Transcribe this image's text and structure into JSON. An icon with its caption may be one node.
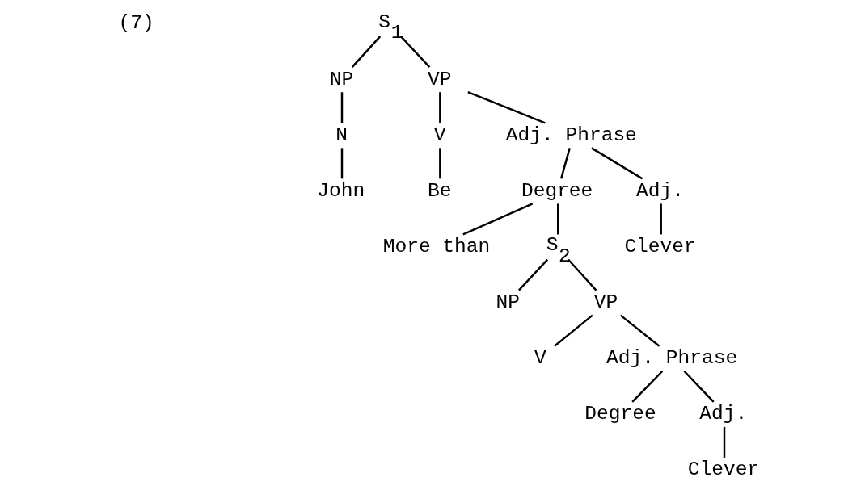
{
  "diagram": {
    "nodes": [
      {
        "text": [
          "S$_{1}$"
        ]
      },
      {
        "text": [
          "NP"
        ]
      },
      {
        "text": [
          "VP"
        ]
      },
      {
        "text": [
          "N"
        ]
      },
      {
        "text": [
          "John"
        ]
      },
      {
        "text": [
          "V"
        ]
      },
      {
        "text": [
          "Adj. Phrase"
        ]
      },
      {
        "text": [
          "Be"
        ]
      },
      {
        "text": [
          "Degree"
        ]
      },
      {
        "text": [
          "Adj."
        ]
      },
      {
        "text": [
          "More than"
        ]
      },
      {
        "text": [
          "S$_{2}$"
        ]
      },
      {
        "text": [
          "Clever"
        ]
      },
      {
        "text": [
          "NP"
        ]
      },
      {
        "text": [
          "VP"
        ]
      },
      {
        "text": [
          "V"
        ]
      },
      {
        "text": [
          "Adj. Phrase"
        ]
      },
      {
        "text": [
          "Degree"
        ]
      },
      {
        "text": [
          "Adj."
        ]
      },
      {
        "text": [
          "Clever"
        ]
      }
    ],
    "edges": [
      {
        "from": 0,
        "to": 1,
        "arrow": "none"
      },
      {
        "from": 0,
        "to": 2,
        "arrow": "none"
      },
      {
        "from": 1,
        "to": 3,
        "arrow": "none"
      },
      {
        "from": 3,
        "to": 4,
        "arrow": "none"
      },
      {
        "from": 2,
        "to": 5,
        "arrow": "none"
      },
      {
        "from": 2,
        "to": 6,
        "arrow": "none"
      },
      {
        "from": 5,
        "to": 7,
        "arrow": "none"
      },
      {
        "from": 6,
        "to": 8,
        "arrow": "none"
      },
      {
        "from": 6,
        "to": 9,
        "arrow": "none"
      },
      {
        "from": 9,
        "to": 12,
        "arrow": "none"
      },
      {
        "from": 8,
        "to": 10,
        "arrow": "none"
      },
      {
        "from": 8,
        "to": 11,
        "arrow": "none"
      },
      {
        "from": 11,
        "to": 13,
        "arrow": "none"
      },
      {
        "from": 11,
        "to": 14,
        "arrow": "none"
      },
      {
        "from": 14,
        "to": 15,
        "arrow": "none"
      },
      {
        "from": 14,
        "to": 16,
        "arrow": "none"
      },
      {
        "from": 16,
        "to": 17,
        "arrow": "none"
      },
      {
        "from": 16,
        "to": 18,
        "arrow": "none"
      },
      {
        "from": 18,
        "to": 19,
        "arrow": "none"
      }
    ],
    "labels": [
      "(7)"
    ]
  }
}
